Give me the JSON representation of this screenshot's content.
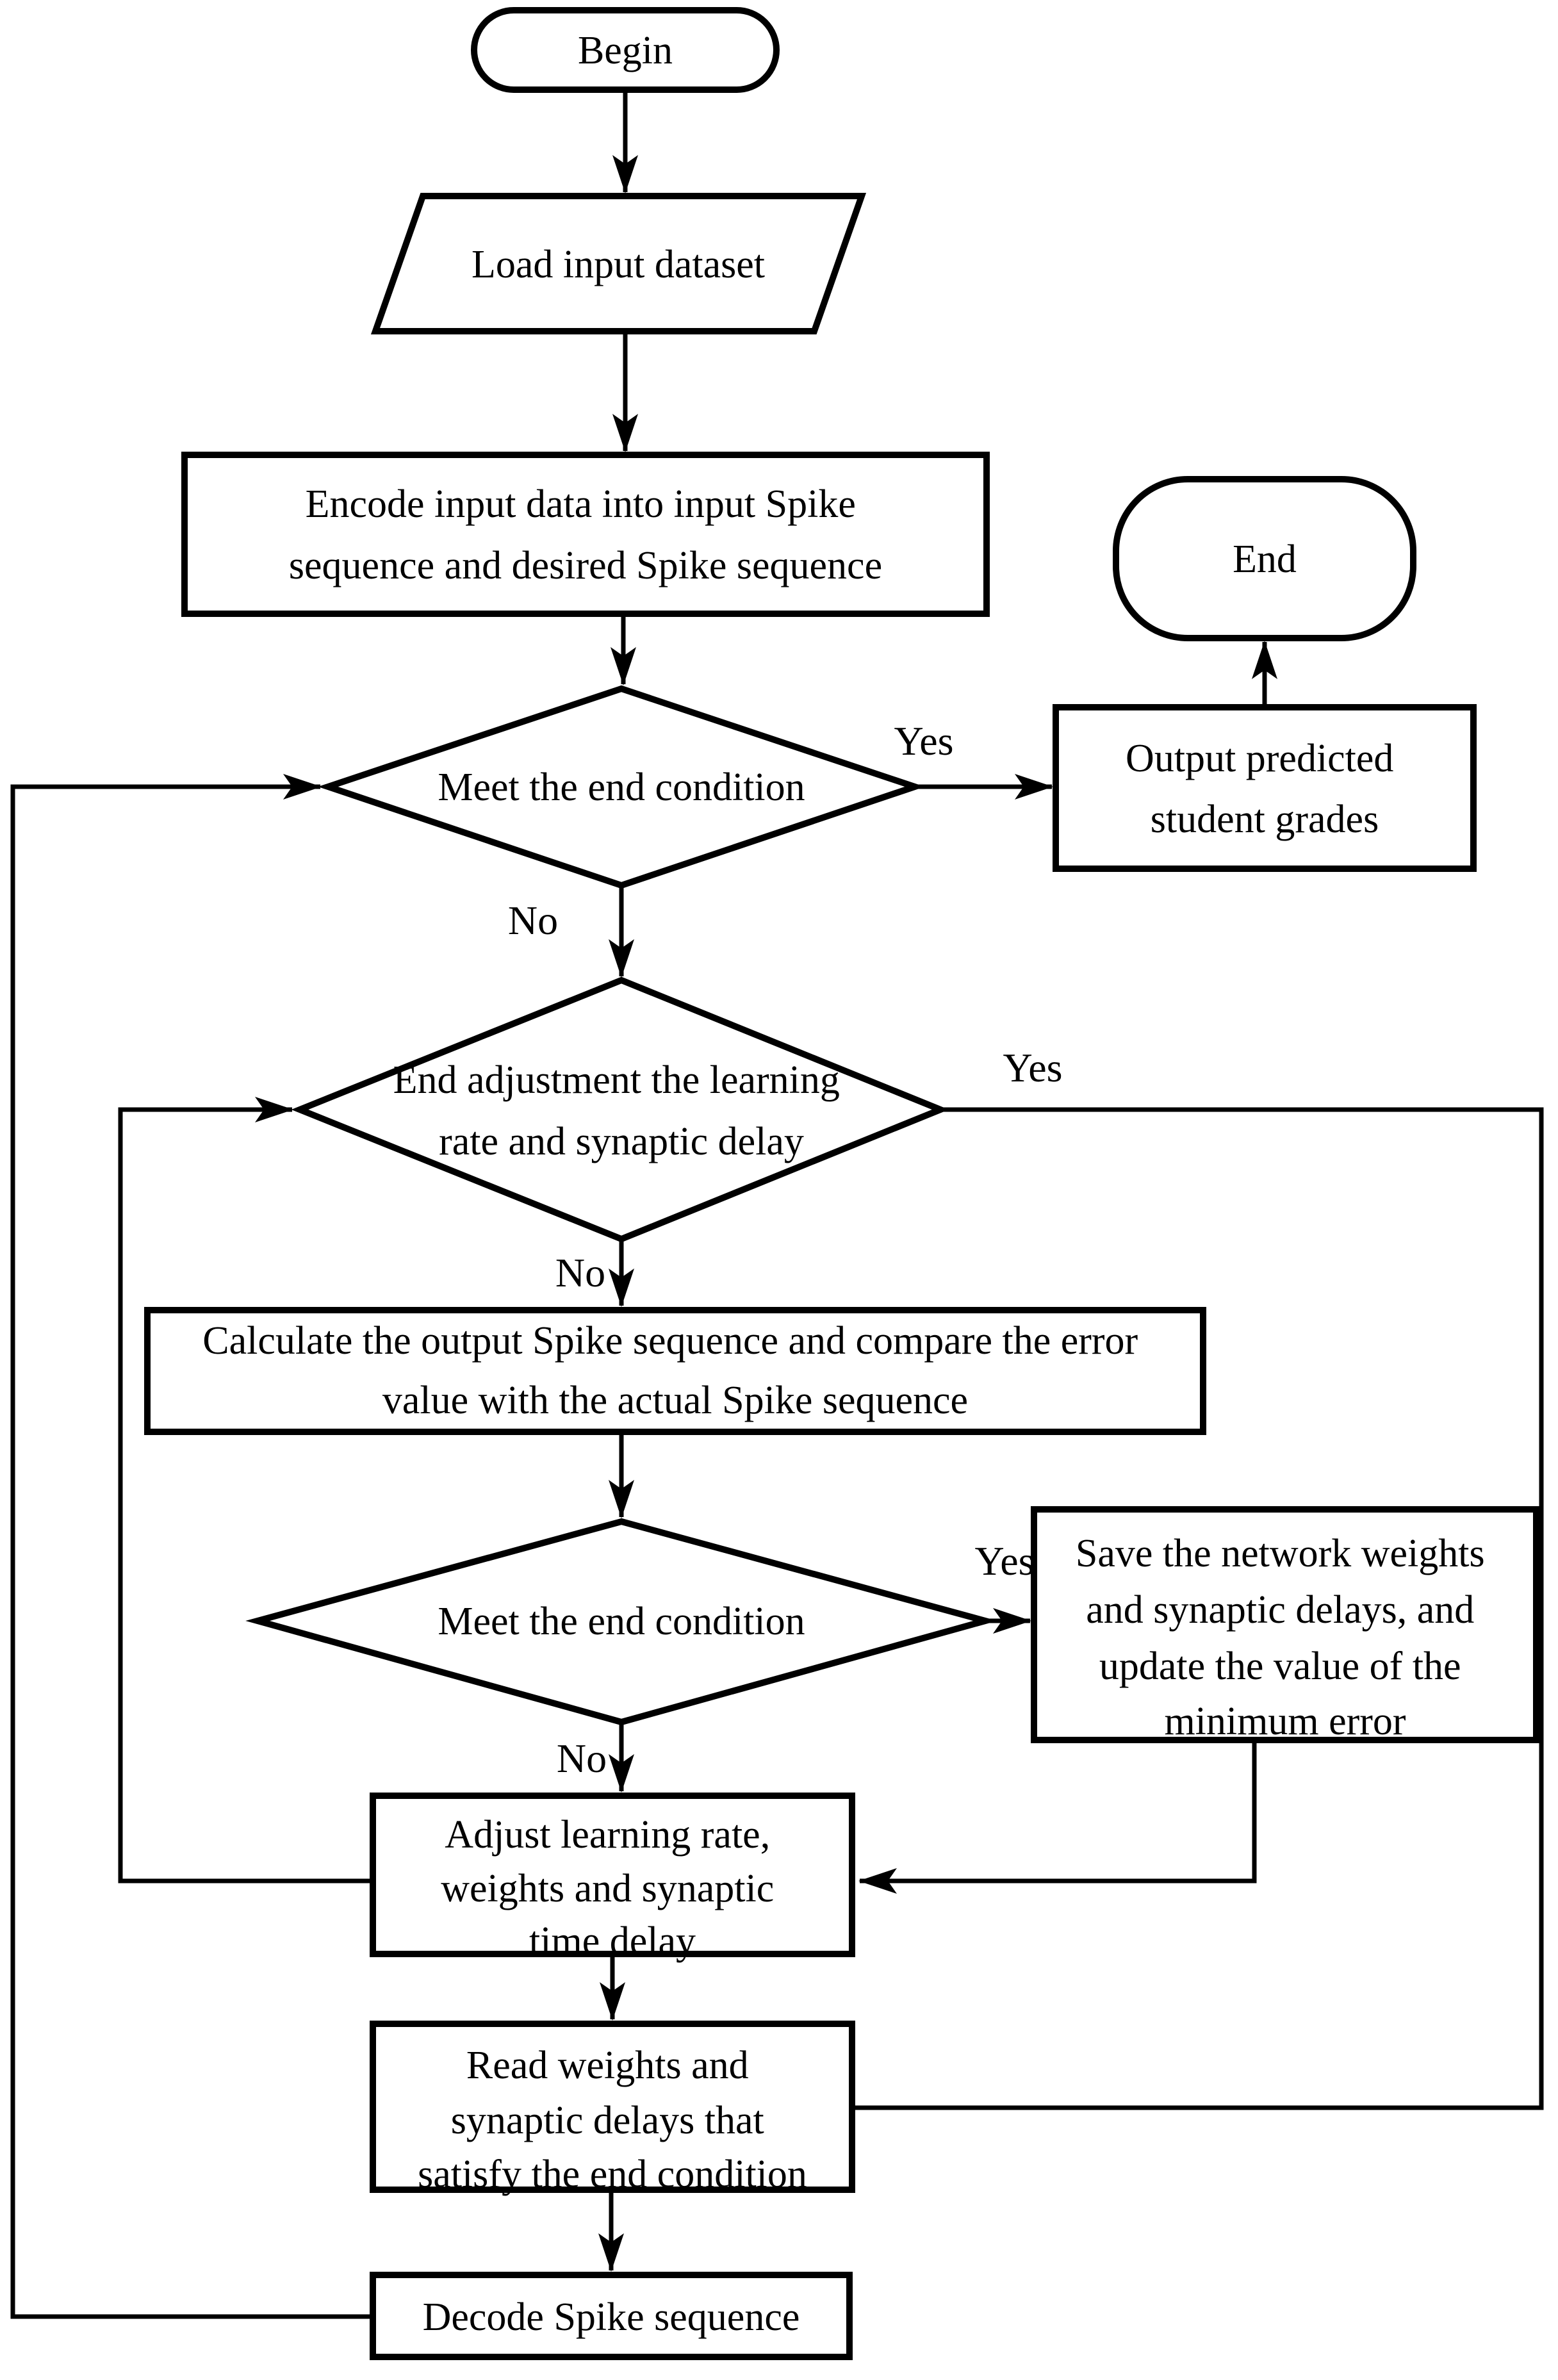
{
  "figure": {
    "type": "flowchart",
    "background": "#ffffff",
    "stroke_color": "#000000",
    "text_color": "#000000"
  },
  "nodes": {
    "begin": {
      "shape": "terminator",
      "label": "Begin"
    },
    "load": {
      "shape": "parallelogram",
      "label": "Load input dataset"
    },
    "encode": {
      "shape": "process",
      "lines": [
        "Encode input data into input Spike",
        "sequence and desired Spike sequence"
      ]
    },
    "decision1": {
      "shape": "decision",
      "label": "Meet the end condition"
    },
    "output": {
      "shape": "process",
      "lines": [
        "Output predicted",
        "student grades"
      ]
    },
    "end": {
      "shape": "terminator",
      "label": "End"
    },
    "decision2": {
      "shape": "decision",
      "lines": [
        "End adjustment the learning",
        "rate and synaptic delay"
      ]
    },
    "calculate": {
      "shape": "process",
      "lines": [
        "Calculate the output Spike sequence and compare the error",
        "value with the actual Spike sequence"
      ]
    },
    "decision3": {
      "shape": "decision",
      "label": "Meet the end condition"
    },
    "save": {
      "shape": "process",
      "lines": [
        "Save the network weights",
        "and synaptic delays, and",
        "update the value of the",
        "minimum error"
      ]
    },
    "adjust": {
      "shape": "process",
      "lines": [
        "Adjust learning rate,",
        "weights and synaptic",
        "time delay"
      ]
    },
    "read": {
      "shape": "process",
      "lines": [
        "Read weights and",
        "synaptic delays that",
        "satisfy the end condition"
      ]
    },
    "decode": {
      "shape": "process",
      "label": "Decode Spike sequence"
    }
  },
  "edge_labels": {
    "yes1": "Yes",
    "no1": "No",
    "yes2": "Yes",
    "no2": "No",
    "yes3": "Yes",
    "no3": "No"
  }
}
